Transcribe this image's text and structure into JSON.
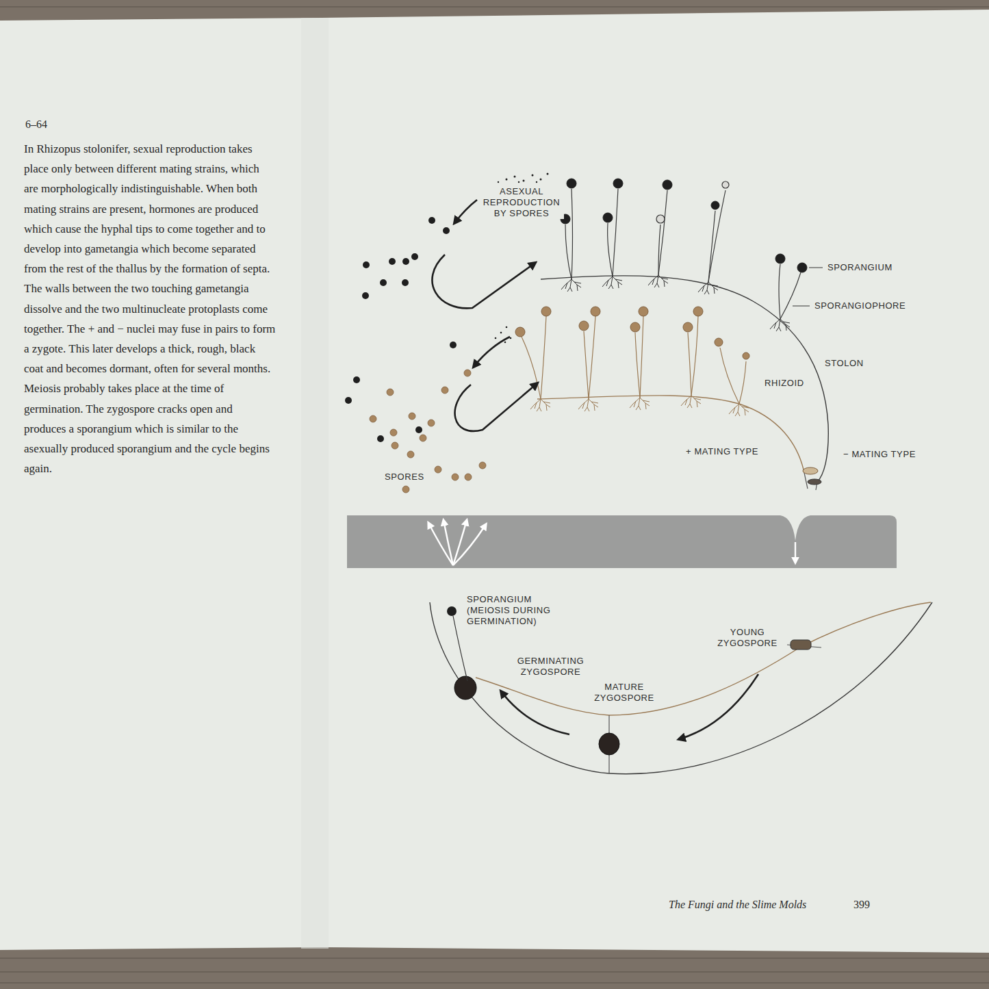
{
  "diagram": {
    "caption": "In Rhizopus stolonifer, sexual reproduction takes place only between different mating strains, which are morphologically indistinguishable. When both mating strains are present, hormones are produced which cause the hyphal tips to come together and to develop into gametangia which become separated from the rest of the thallus by the formation of septa. The walls between the two touching gametangia dissolve and the two multinucleate protoplasts come together. The + and − nuclei may fuse in pairs to form a zygote. This later develops a thick, rough, black coat and becomes dormant, often for several months. Meiosis probably takes place at the time of germination. The zygospore cracks open and produces a sporangium which is similar to the asexually produced sporangium and the cycle begins again.",
    "labels": [
      "6–64",
      "ASEXUAL REPRODUCTION BY SPORES",
      "SPORANGIUM",
      "SPORANGIOPHORE",
      "STOLON",
      "RHIZOID",
      "+ MATING TYPE",
      "− MATING TYPE",
      "SPORES",
      "SPORANGIUM (MEIOSIS DURING GERMINATION)",
      "GERMINATING ZYGOSPORE",
      "MATURE ZYGOSPORE",
      "YOUNG ZYGOSPORE",
      "The Fungi and the Slime Molds",
      "399"
    ]
  }
}
